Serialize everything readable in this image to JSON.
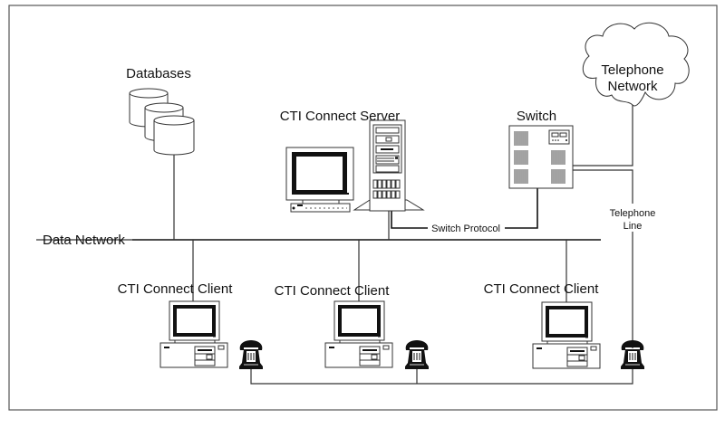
{
  "diagram": {
    "type": "network-topology",
    "nodes": {
      "databases": {
        "label": "Databases"
      },
      "server": {
        "label": "CTI Connect Server"
      },
      "switch": {
        "label": "Switch"
      },
      "telephone_network": {
        "label_line1": "Telephone",
        "label_line2": "Network"
      },
      "data_network": {
        "label": "Data Network"
      },
      "client1": {
        "label": "CTI Connect Client"
      },
      "client2": {
        "label": "CTI Connect Client"
      },
      "client3": {
        "label": "CTI Connect Client"
      }
    },
    "links": {
      "switch_protocol": {
        "label": "Switch Protocol"
      },
      "telephone_line": {
        "label_line1": "Telephone",
        "label_line2": "Line"
      }
    }
  }
}
